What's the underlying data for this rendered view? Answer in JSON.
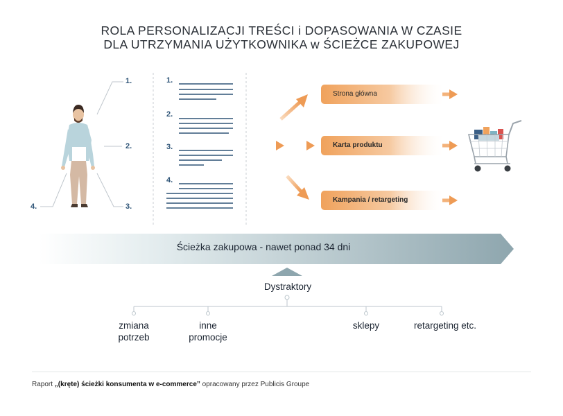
{
  "title": {
    "line1": "ROLA PERSONALIZACJI TREŚCI i DOPASOWANIA W CZASIE",
    "line2": "DLA UTRZYMANIA UŻYTKOWNIKA w ŚCIEŻCE ZAKUPOWEJ"
  },
  "person_points": [
    "1.",
    "2.",
    "3.",
    "4."
  ],
  "content_items": [
    "1.",
    "2.",
    "3.",
    "4."
  ],
  "channels": [
    {
      "label": "Strona główna"
    },
    {
      "label": "Karta produktu"
    },
    {
      "label": "Kampania / retargeting"
    }
  ],
  "journey": {
    "label": "Ścieżka zakupowa - nawet ponad 34 dni"
  },
  "distractors": {
    "title": "Dystraktory",
    "items": [
      {
        "line1": "zmiana",
        "line2": "potrzeb"
      },
      {
        "line1": "inne",
        "line2": "promocje"
      },
      {
        "line1": "sklepy",
        "line2": ""
      },
      {
        "line1": "retargeting etc.",
        "line2": ""
      }
    ]
  },
  "footer": {
    "prefix": "Raport ",
    "bold": "„(kręte) ścieżki konsumenta w e-commerce”",
    "suffix": " opracowany przez Publicis Groupe"
  },
  "colors": {
    "orange": "#f0a25c",
    "navy": "#2e5477",
    "teal_gray": "#8ea6ae"
  }
}
